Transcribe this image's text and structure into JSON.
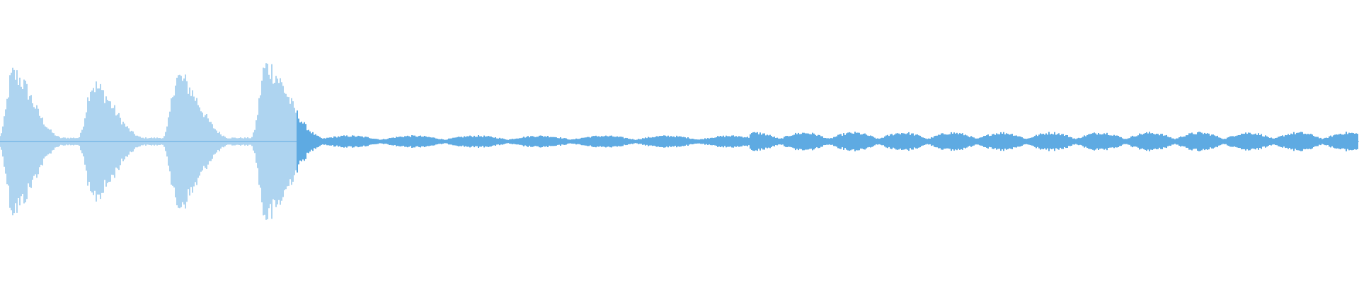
{
  "waveform": {
    "color": "#5eaae2",
    "background": "#ffffff",
    "peak_amplitude": 1.0,
    "segments": [
      {
        "start": 0.0,
        "end": 0.06,
        "peak": 0.78,
        "style": "burst"
      },
      {
        "start": 0.06,
        "end": 0.12,
        "peak": 0.72,
        "style": "burst"
      },
      {
        "start": 0.12,
        "end": 0.18,
        "peak": 0.86,
        "style": "burst"
      },
      {
        "start": 0.18,
        "end": 0.24,
        "peak": 0.95,
        "style": "burst"
      },
      {
        "start": 0.24,
        "end": 0.55,
        "peak": 0.05,
        "style": "soft"
      },
      {
        "start": 0.55,
        "end": 1.0,
        "peak": 0.09,
        "style": "soft"
      }
    ]
  }
}
